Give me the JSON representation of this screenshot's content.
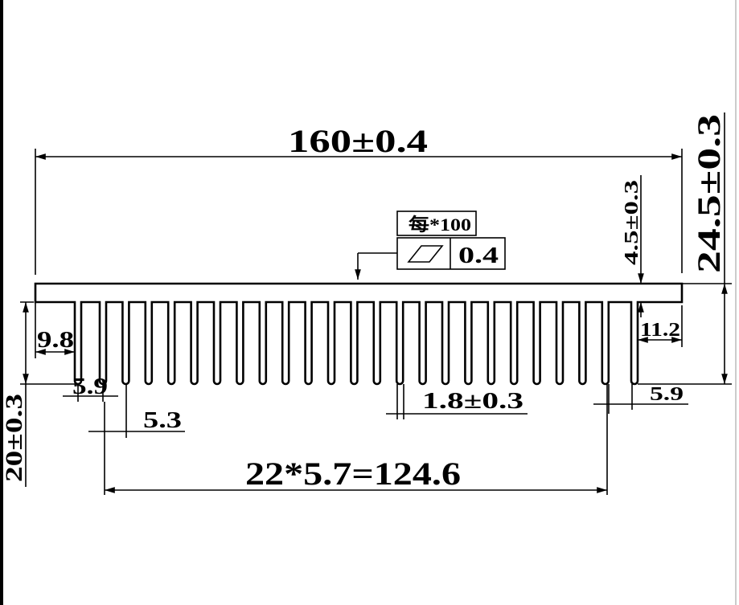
{
  "drawing": {
    "fin_count": 25,
    "dimensions": {
      "overall_width": "160±0.4",
      "overall_height": "24.5±0.3",
      "base_thickness": "4.5±0.3",
      "left_edge_offset": "9.8",
      "right_edge_offset": "11.2",
      "left_end_gap": "5.9",
      "right_end_gap": "5.9",
      "fin_gap": "5.3",
      "fin_thickness": "1.8±0.3",
      "fin_pitch_total": "22*5.7=124.6",
      "fin_height": "20±0.3"
    },
    "flatness_tolerance": {
      "per_length": "每*100",
      "value": "0.4"
    }
  }
}
